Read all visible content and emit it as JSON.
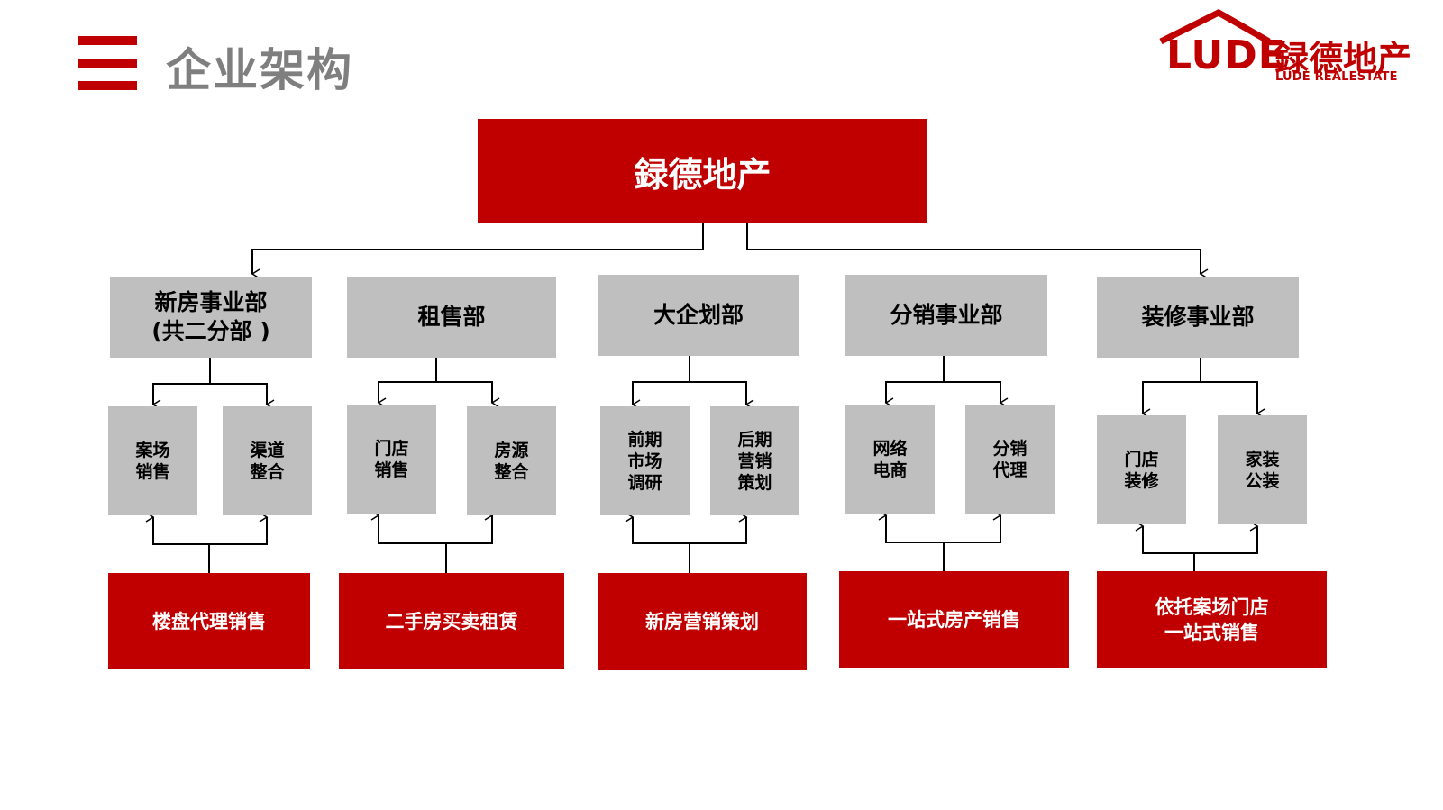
{
  "header": {
    "title": "企业架构"
  },
  "logo": {
    "mark": "LUDE",
    "name": "録德地产",
    "tagline": "LUDE REALESTATE"
  },
  "org": {
    "root": "録德地产",
    "departments": [
      {
        "name": "新房事业部\n(共二分部 )",
        "subs": [
          "案场\n销售",
          "渠道\n整合"
        ],
        "business": "楼盘代理销售"
      },
      {
        "name": "租售部",
        "subs": [
          "门店\n销售",
          "房源\n整合"
        ],
        "business": "二手房买卖租赁"
      },
      {
        "name": "大企划部",
        "subs": [
          "前期\n市场\n调研",
          "后期\n营销\n策划"
        ],
        "business": "新房营销策划"
      },
      {
        "name": "分销事业部",
        "subs": [
          "网络\n电商",
          "分销\n代理"
        ],
        "business": "一站式房产销售"
      },
      {
        "name": "装修事业部",
        "subs": [
          "门店\n装修",
          "家装\n公装"
        ],
        "business": "依托案场门店\n一站式销售"
      }
    ]
  },
  "colors": {
    "accent": "#c00000",
    "box_gray": "#bfbfbf",
    "title_gray": "#7f7f7f",
    "line": "#000000"
  }
}
